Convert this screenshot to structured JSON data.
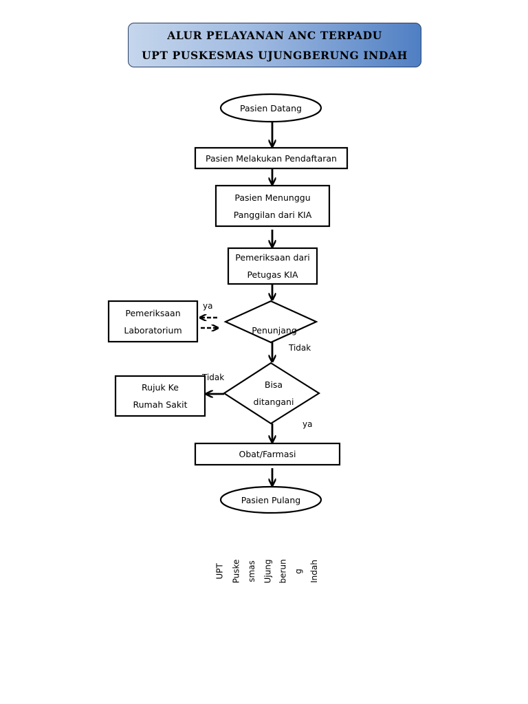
{
  "header": {
    "line1": "ALUR PELAYANAN ANC TERPADU",
    "line2": "UPT PUSKESMAS UJUNGBERUNG INDAH"
  },
  "nodes": {
    "start": "Pasien Datang",
    "registration": "Pasien Melakukan Pendaftaran",
    "waiting": [
      "Pasien Menunggu",
      "Panggilan dari KIA"
    ],
    "exam": [
      "Pemeriksaan dari",
      "Petugas KIA"
    ],
    "lab": [
      "Pemeriksaan",
      "Laboratorium"
    ],
    "support_decision": "Penunjang",
    "handle_decision": [
      "Bisa",
      "ditangani"
    ],
    "referral": [
      "Rujuk Ke",
      "Rumah Sakit"
    ],
    "pharmacy": "Obat/Farmasi",
    "end": "Pasien Pulang"
  },
  "edges": {
    "support_yes": "ya",
    "support_no": "Tidak",
    "handle_no": "Tidak",
    "handle_yes": "ya"
  },
  "footer_columns": [
    "UPT",
    "Puske",
    "smas",
    "Ujung",
    "berun",
    "g",
    "Indah"
  ]
}
